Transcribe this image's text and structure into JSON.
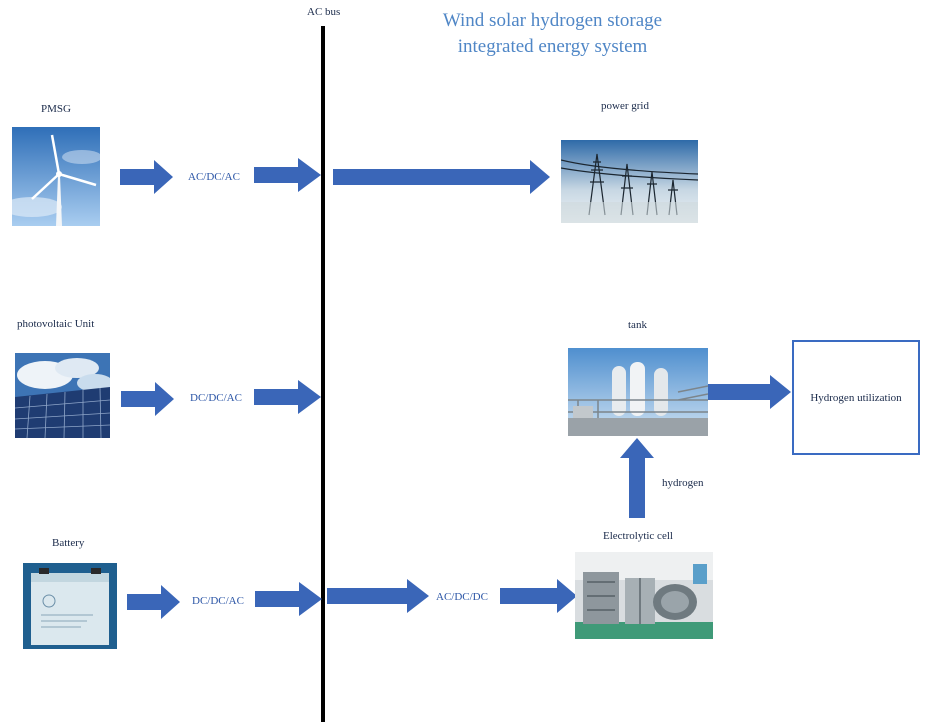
{
  "title_line1": "Wind solar hydrogen storage",
  "title_line2": "integrated energy system",
  "bus_label": "AC bus",
  "sources": {
    "pmsg": "PMSG",
    "pv": "photovoltaic Unit",
    "battery": "Battery"
  },
  "converters": {
    "pmsg": "AC/DC/AC",
    "pv": "DC/DC/AC",
    "battery": "DC/DC/AC",
    "electrolyzer": "AC/DC/DC"
  },
  "loads": {
    "grid": "power grid",
    "tank": "tank",
    "electrolytic_cell": "Electrolytic cell",
    "hydrogen": "hydrogen",
    "utilization": "Hydrogen  utilization"
  },
  "colors": {
    "arrow": "#3a66b8",
    "bus": "#000000",
    "title": "#4f86c6"
  }
}
